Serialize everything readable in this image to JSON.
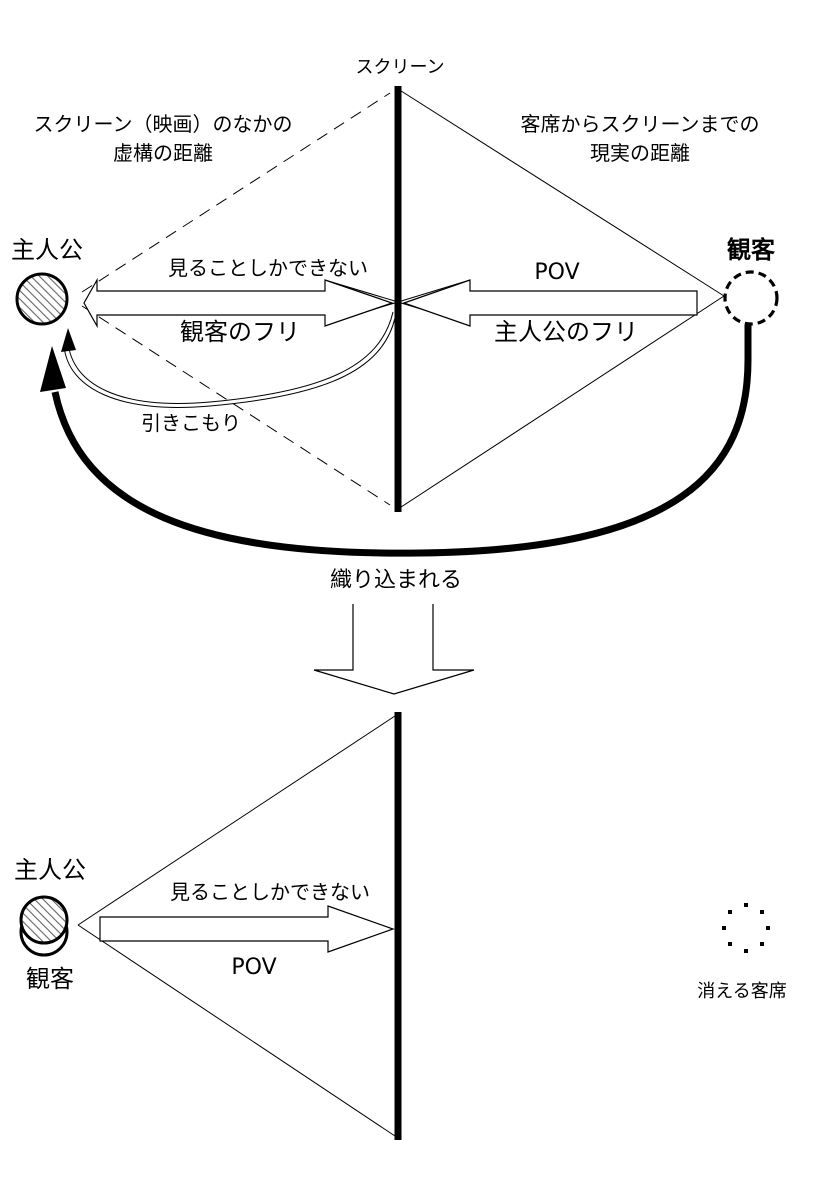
{
  "top": {
    "screen_label": "スクリーン",
    "fiction_distance": [
      "スクリーン（映画）のなかの",
      "虚構の距離"
    ],
    "real_distance": [
      "客席からスクリーンまでの",
      "現実の距離"
    ],
    "protagonist": "主人公",
    "audience": "観客",
    "only_see": "見ることしかできない",
    "pov": "POV",
    "pretend_audience": "観客のフリ",
    "pretend_protagonist": "主人公のフリ",
    "withdrawal": "引きこもり"
  },
  "transition": "織り込まれる",
  "bottom": {
    "protagonist": "主人公",
    "audience": "観客",
    "only_see": "見ることしかできない",
    "pov": "POV",
    "vanishing_seats": "消える客席"
  }
}
